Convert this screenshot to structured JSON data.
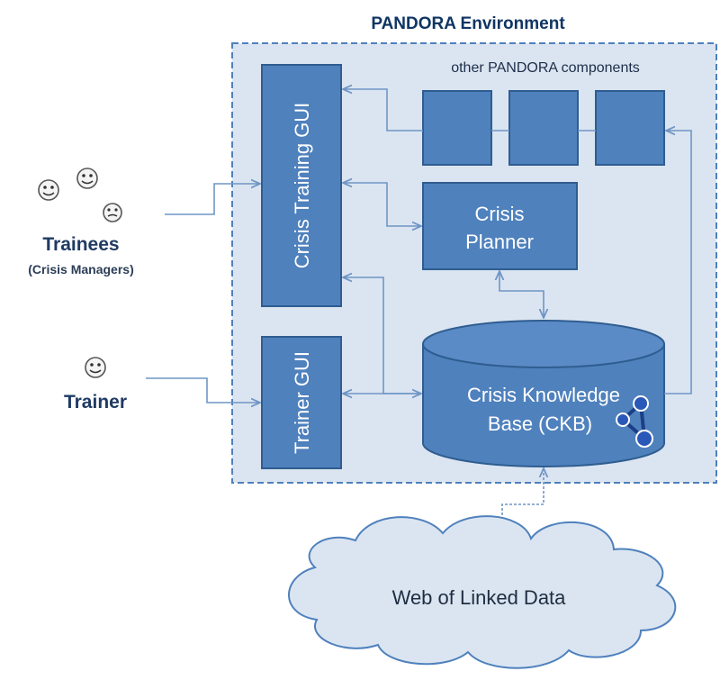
{
  "environment": {
    "title": "PANDORA Environment"
  },
  "components": {
    "other_label": "other PANDORA components",
    "crisis_training_gui": "Crisis Training GUI",
    "trainer_gui": "Trainer GUI",
    "crisis_planner": [
      "Crisis",
      "Planner"
    ],
    "ckb": [
      "Crisis Knowledge",
      "Base (CKB)"
    ]
  },
  "actors": {
    "trainees": "Trainees",
    "trainees_sub": "(Crisis Managers)",
    "trainer": "Trainer"
  },
  "external": {
    "cloud": "Web of Linked Data"
  },
  "colors": {
    "box_fill": "#4f81bd",
    "env_fill": "#dbe5f1",
    "env_border": "#4f81bd",
    "connector": "#6f95c6",
    "title_text": "#0f3563"
  }
}
